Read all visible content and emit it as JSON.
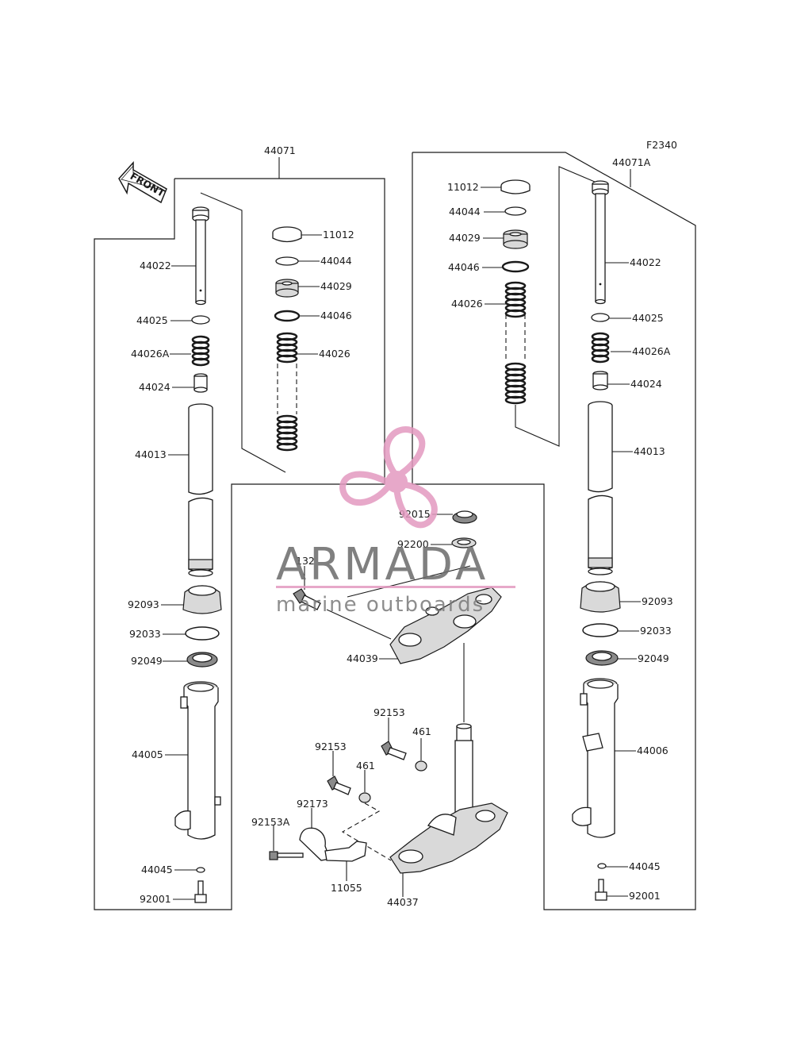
{
  "diagram_code": "F2340",
  "front_label": "FRONT",
  "assembly_labels": {
    "left": "44071",
    "right": "44071A"
  },
  "parts": {
    "left_11012": "11012",
    "left_44044": "44044",
    "left_44029": "44029",
    "left_44046": "44046",
    "left_44026": "44026",
    "left_44022": "44022",
    "left_44025": "44025",
    "left_44026A": "44026A",
    "left_44024": "44024",
    "left_44013": "44013",
    "left_92093": "92093",
    "left_92033": "92033",
    "left_92049": "92049",
    "left_44005": "44005",
    "left_44045": "44045",
    "left_92001": "92001",
    "right_11012": "11012",
    "right_44044": "44044",
    "right_44029": "44029",
    "right_44046": "44046",
    "right_44026": "44026",
    "right_44022": "44022",
    "right_44025": "44025",
    "right_44026A": "44026A",
    "right_44024": "44024",
    "right_44013": "44013",
    "right_92093": "92093",
    "right_92033": "92033",
    "right_92049": "92049",
    "right_44006": "44006",
    "right_44045": "44045",
    "right_92001": "92001",
    "c_92015": "92015",
    "c_92200": "92200",
    "c_132": "132",
    "c_44039": "44039",
    "c_92153_a": "92153",
    "c_461_a": "461",
    "c_92153_b": "92153",
    "c_461_b": "461",
    "c_92173": "92173",
    "c_92153A": "92153A",
    "c_11055": "11055",
    "c_44037": "44037"
  },
  "watermark": {
    "brand": "ARMADA",
    "tagline": "marine outboards",
    "brand_color": "#6b6b6b",
    "accent_color": "#e39ac0"
  }
}
